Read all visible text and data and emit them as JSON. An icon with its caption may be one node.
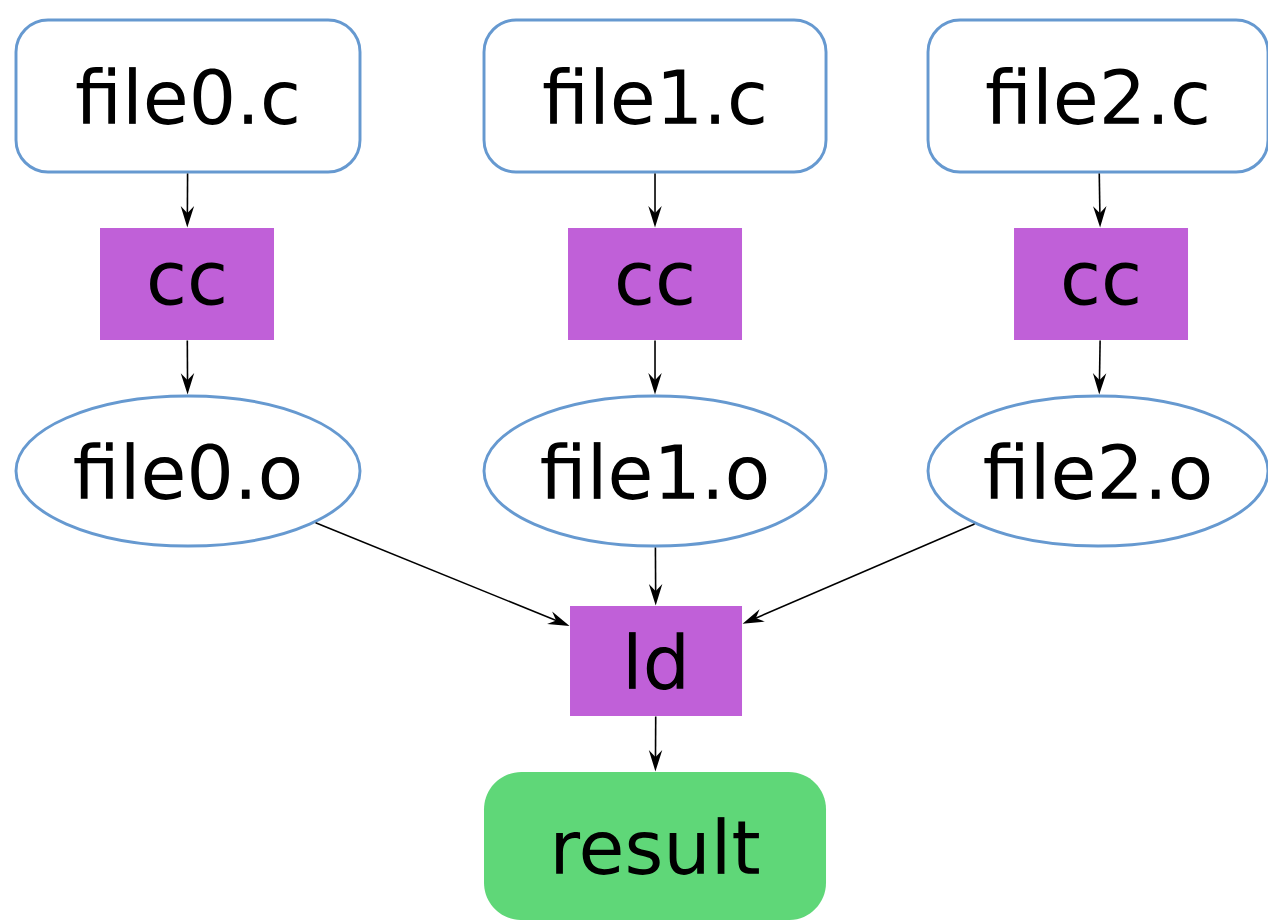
{
  "diagram": {
    "nodes": [
      {
        "text": [
          "file0.c"
        ]
      },
      {
        "text": [
          "file1.c"
        ]
      },
      {
        "text": [
          "file2.c"
        ]
      },
      {
        "text": [
          "cc"
        ]
      },
      {
        "text": [
          "cc"
        ]
      },
      {
        "text": [
          "cc"
        ]
      },
      {
        "text": [
          "file0.o"
        ]
      },
      {
        "text": [
          "file1.o"
        ]
      },
      {
        "text": [
          "file2.o"
        ]
      },
      {
        "text": [
          "ld"
        ]
      },
      {
        "text": [
          "result"
        ]
      }
    ],
    "edges": [
      {
        "from": 0,
        "to": 3,
        "arrow": "to"
      },
      {
        "from": 3,
        "to": 6,
        "arrow": "to"
      },
      {
        "from": 1,
        "to": 4,
        "arrow": "to"
      },
      {
        "from": 4,
        "to": 7,
        "arrow": "to"
      },
      {
        "from": 2,
        "to": 5,
        "arrow": "to"
      },
      {
        "from": 5,
        "to": 8,
        "arrow": "to"
      },
      {
        "from": 6,
        "to": 9,
        "arrow": "to"
      },
      {
        "from": 7,
        "to": 9,
        "arrow": "to"
      },
      {
        "from": 8,
        "to": 9,
        "arrow": "to"
      },
      {
        "from": 9,
        "to": 10,
        "arrow": "to"
      }
    ]
  }
}
